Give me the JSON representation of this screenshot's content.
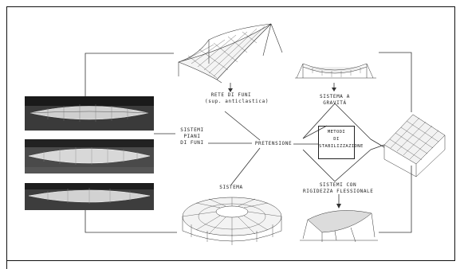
{
  "labels": {
    "rete_line1": "RETE DI FUNI",
    "rete_line2": "(sup. anticlastica)",
    "gravita_line1": "SISTEMA A",
    "gravita_line2": "GRAVITÁ",
    "sistemi_line1": "SISTEMI",
    "sistemi_line2": "PIANI",
    "sistemi_line3": "DI FUNI",
    "pretensione": "PRETENSIONE",
    "metodi_line1": "METODI",
    "metodi_line2": "DI",
    "metodi_line3": "STABILIZZAZIONE",
    "rigidezza_line1": "SISTEMI  CON",
    "rigidezza_line2": "RIGIDEZZA FLESSIONALE",
    "sistema": "SISTEMA"
  }
}
